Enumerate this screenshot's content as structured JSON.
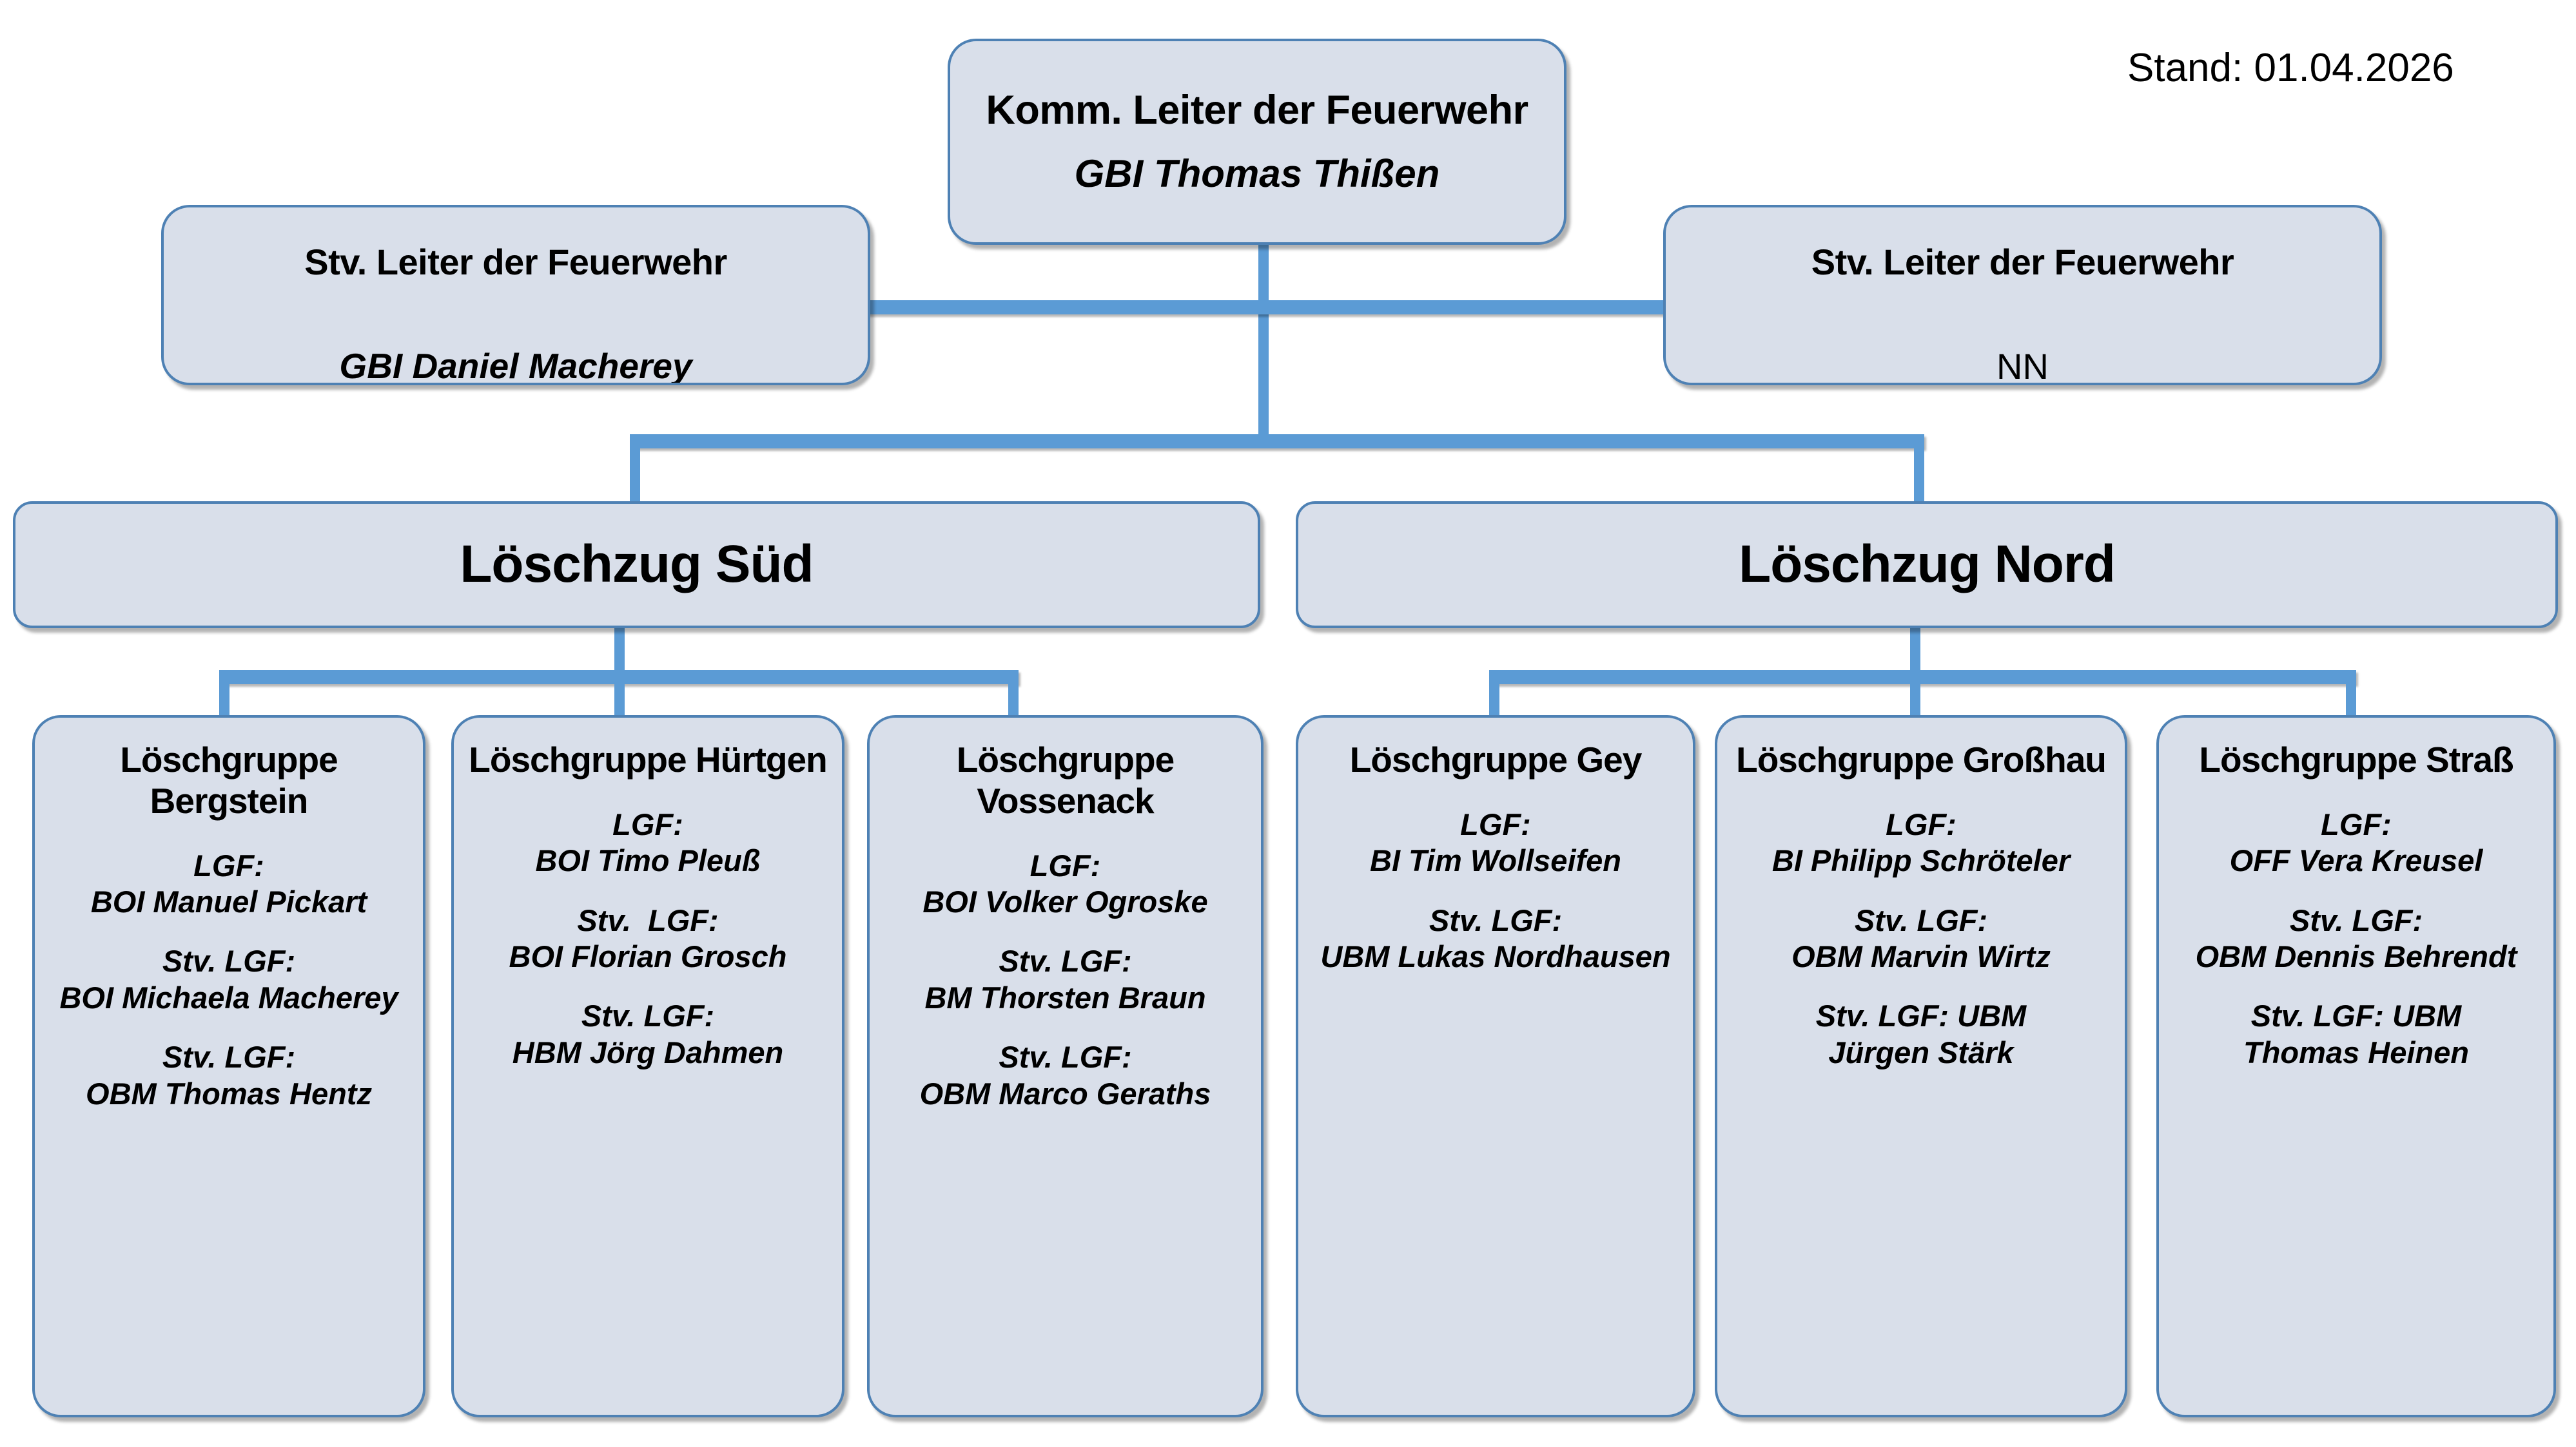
{
  "meta": {
    "stand_label": "Stand: 01.04.2026"
  },
  "colors": {
    "box_fill": "#d9dfea",
    "box_border": "#4e81b4",
    "connector": "#5b9bd5",
    "text": "#000000",
    "background": "#ffffff"
  },
  "leader": {
    "title": "Komm. Leiter der Feuerwehr",
    "name": "GBI Thomas Thißen"
  },
  "deputies": [
    {
      "title": "Stv. Leiter der Feuerwehr",
      "name": "GBI Daniel Macherey",
      "name_style": "italic"
    },
    {
      "title": "Stv. Leiter der Feuerwehr",
      "name": "NN",
      "name_style": "plain"
    }
  ],
  "zuege": [
    {
      "title": "Löschzug Süd"
    },
    {
      "title": "Löschzug Nord"
    }
  ],
  "gruppen": [
    {
      "title": "Löschgruppe Bergstein",
      "roles": [
        "LGF:\nBOI Manuel Pickart",
        "Stv. LGF:\nBOI Michaela Macherey",
        "Stv. LGF:\nOBM Thomas Hentz"
      ]
    },
    {
      "title": "Löschgruppe Hürtgen",
      "roles": [
        "LGF:\nBOI Timo Pleuß",
        "Stv.  LGF:\nBOI Florian Grosch",
        "Stv. LGF:\nHBM Jörg Dahmen"
      ]
    },
    {
      "title": "Löschgruppe Vossenack",
      "roles": [
        "LGF:\nBOI Volker Ogroske",
        "Stv. LGF:\nBM Thorsten Braun",
        "Stv. LGF:\nOBM Marco Geraths"
      ]
    },
    {
      "title": "Löschgruppe Gey",
      "roles": [
        "LGF:\nBI Tim Wollseifen",
        "Stv. LGF:\nUBM Lukas Nordhausen"
      ]
    },
    {
      "title": "Löschgruppe Großhau",
      "roles": [
        "LGF:\nBI Philipp Schröteler",
        "Stv. LGF:\nOBM Marvin Wirtz",
        "Stv. LGF: UBM\nJürgen Stärk"
      ]
    },
    {
      "title": "Löschgruppe Straß",
      "roles": [
        "LGF:\nOFF Vera Kreusel",
        "Stv. LGF:\nOBM Dennis Behrendt",
        "Stv. LGF: UBM\nThomas Heinen"
      ]
    }
  ]
}
